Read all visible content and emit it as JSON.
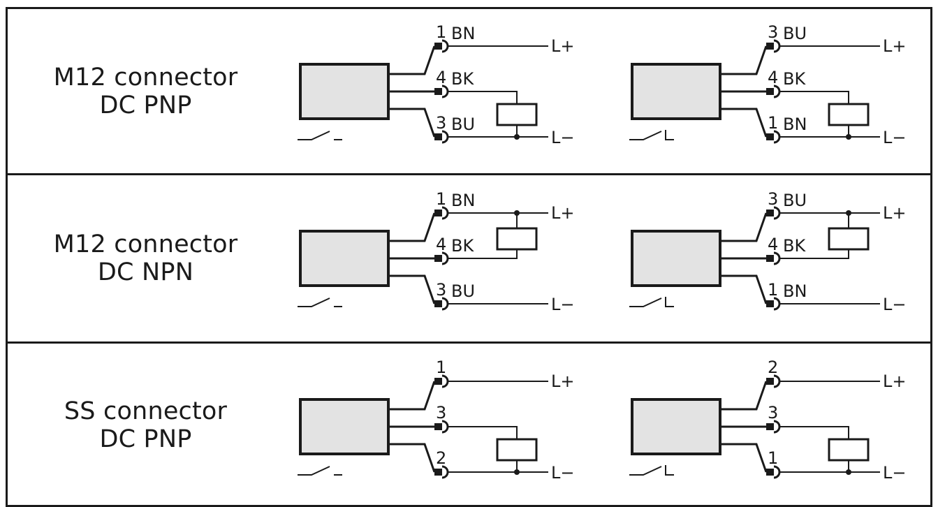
{
  "rows": [
    {
      "label_line1": "M12 connector",
      "label_line2": "DC PNP",
      "left": {
        "pins": [
          "1",
          "4",
          "3"
        ],
        "wires": [
          "BN",
          "BK",
          "BU"
        ],
        "supply_top": "L+",
        "supply_bottom": "L−",
        "load_position": "bottom",
        "contact": "normally-open"
      },
      "right": {
        "pins": [
          "3",
          "4",
          "1"
        ],
        "wires": [
          "BU",
          "BK",
          "BN"
        ],
        "supply_top": "L+",
        "supply_bottom": "L−",
        "load_position": "bottom",
        "contact": "normally-closed"
      }
    },
    {
      "label_line1": "M12 connector",
      "label_line2": "DC NPN",
      "left": {
        "pins": [
          "1",
          "4",
          "3"
        ],
        "wires": [
          "BN",
          "BK",
          "BU"
        ],
        "supply_top": "L+",
        "supply_bottom": "L−",
        "load_position": "top",
        "contact": "normally-open"
      },
      "right": {
        "pins": [
          "3",
          "4",
          "1"
        ],
        "wires": [
          "BU",
          "BK",
          "BN"
        ],
        "supply_top": "L+",
        "supply_bottom": "L−",
        "load_position": "top",
        "contact": "normally-closed"
      }
    },
    {
      "label_line1": "SS connector",
      "label_line2": "DC PNP",
      "left": {
        "pins": [
          "1",
          "3",
          "2"
        ],
        "wires": [
          "",
          "",
          ""
        ],
        "supply_top": "L+",
        "supply_bottom": "L−",
        "load_position": "bottom",
        "contact": "normally-open"
      },
      "right": {
        "pins": [
          "2",
          "3",
          "1"
        ],
        "wires": [
          "",
          "",
          ""
        ],
        "supply_top": "L+",
        "supply_bottom": "L−",
        "load_position": "bottom",
        "contact": "normally-closed"
      }
    }
  ]
}
